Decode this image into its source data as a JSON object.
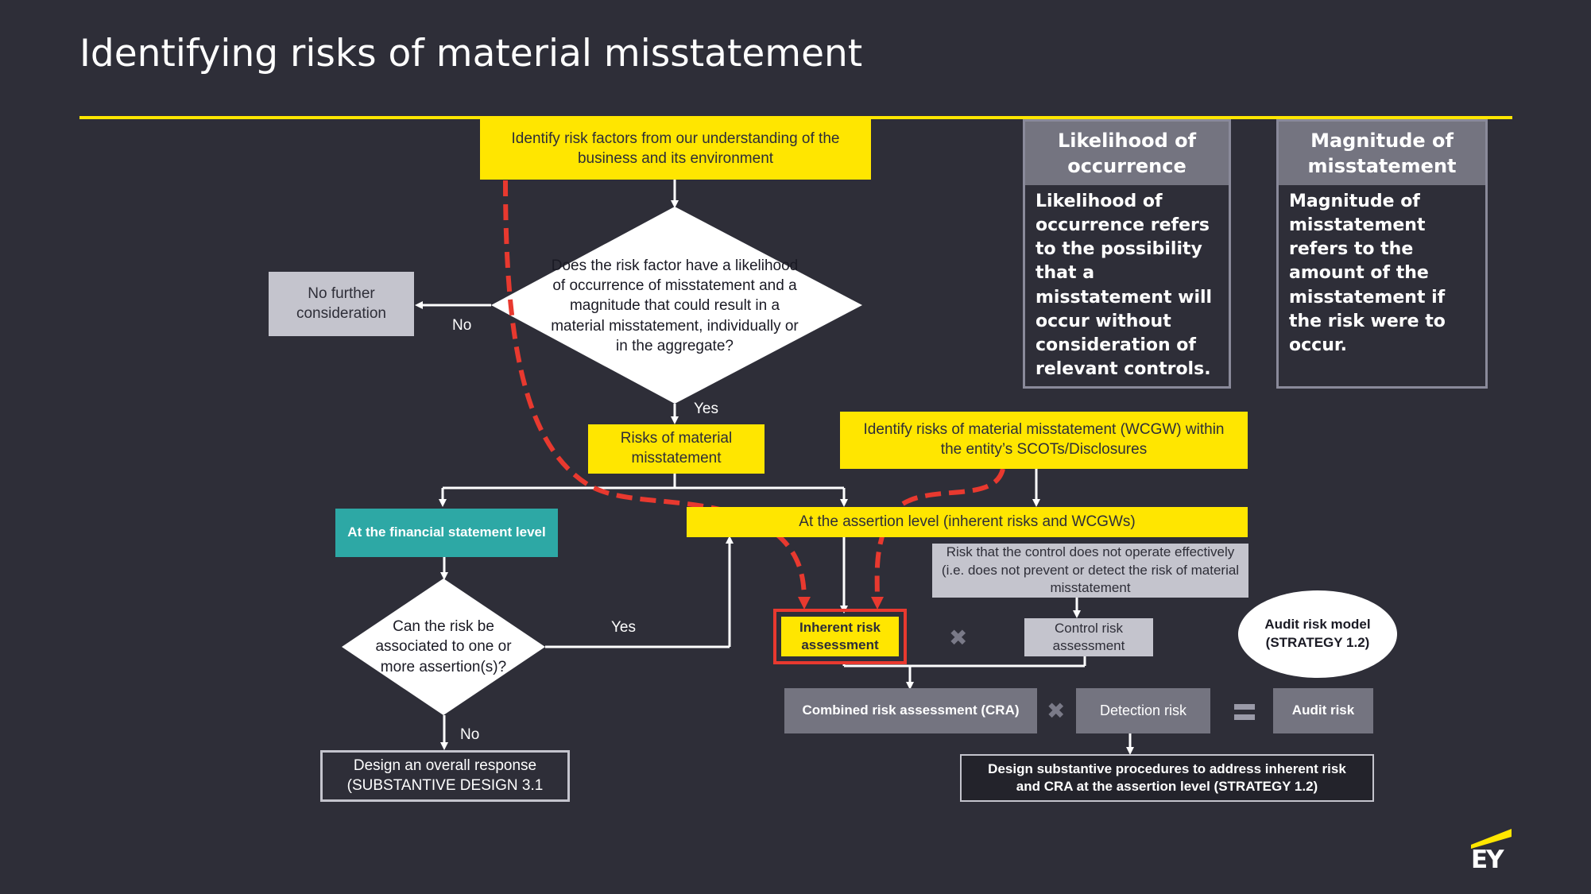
{
  "slide": {
    "title": "Identifying risks of material misstatement"
  },
  "flow": {
    "identify_factors": "Identify risk factors from our understanding of the business and its environment",
    "question_likelihood": "Does the risk factor have a likelihood of occurrence of misstatement and a magnitude that could result in a material misstatement, individually or in the aggregate?",
    "no_further": "No further consideration",
    "label_no_1": "No",
    "label_yes_1": "Yes",
    "risks_mm": "Risks of material misstatement",
    "identify_wcgw": "Identify risks of material misstatement (WCGW) within the entity’s SCOTs/Disclosures",
    "fs_level": "At the financial statement level",
    "assertion_level": "At the assertion level (inherent risks and WCGWs)",
    "question_assertion": "Can the risk be associated to one or more assertion(s)?",
    "label_yes_2": "Yes",
    "label_no_2": "No",
    "overall_response": "Design an overall response (SUBSTANTIVE DESIGN 3.1",
    "control_risk_desc": "Risk that the control does not operate effectively (i.e. does not prevent or detect the risk of material misstatement",
    "inherent_risk": "Inherent risk assessment",
    "control_risk": "Control risk assessment",
    "audit_risk_model": "Audit risk model (STRATEGY 1.2)",
    "cra": "Combined risk assessment (CRA)",
    "detection_risk": "Detection risk",
    "audit_risk": "Audit risk",
    "substantive_procedures": "Design substantive procedures to address inherent risk and CRA at the assertion level (STRATEGY 1.2)"
  },
  "cards": {
    "likelihood": {
      "heading": "Likelihood of occurrence",
      "body": "Likelihood of occurrence refers to the possibility that a misstatement will occur without consideration of relevant controls."
    },
    "magnitude": {
      "heading": "Magnitude of misstatement",
      "body": "Magnitude of misstatement refers to the amount of the misstatement if the risk were to occur."
    }
  },
  "operators": {
    "times": "✖",
    "equals": "="
  },
  "brand": {
    "logo_text": "EY"
  },
  "colors": {
    "background": "#2e2e38",
    "accent_yellow": "#ffe600",
    "teal": "#2da8a5",
    "highlight_red": "#e8392f"
  }
}
